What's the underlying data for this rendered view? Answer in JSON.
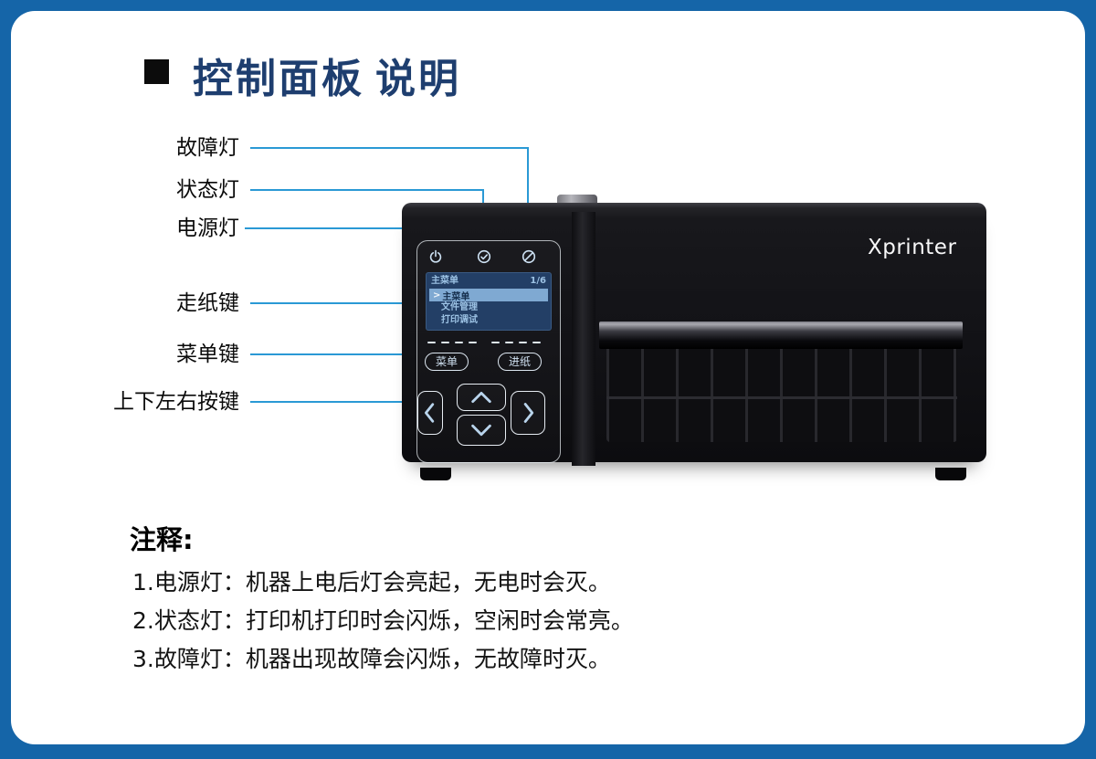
{
  "colors": {
    "frame_blue": "#1565a8",
    "callout_blue": "#2a99d5",
    "title_navy": "#1e3e6f"
  },
  "title": {
    "main": "控制面板",
    "sub": "说明"
  },
  "callouts": {
    "fault": "故障灯",
    "status": "状态灯",
    "power": "电源灯",
    "feed": "走纸键",
    "menu": "菜单键",
    "dpad": "上下左右按键"
  },
  "printer": {
    "brand": "Xprinter",
    "icons": {
      "power": "power-symbol",
      "status": "circle-check",
      "fault": "circle-slash"
    },
    "lcd": {
      "title": "主菜单",
      "page": "1/6",
      "rows": [
        {
          "prefix": ">",
          "text": "主菜单",
          "selected": true
        },
        {
          "text": "文件管理"
        },
        {
          "text": "打印调试"
        }
      ]
    },
    "buttons": {
      "menu": "菜单",
      "feed": "进纸"
    }
  },
  "notes": {
    "heading": "注释:",
    "items": [
      "1.电源灯：机器上电后灯会亮起，无电时会灭。",
      "2.状态灯：打印机打印时会闪烁，空闲时会常亮。",
      "3.故障灯：机器出现故障会闪烁，无故障时灭。"
    ]
  }
}
